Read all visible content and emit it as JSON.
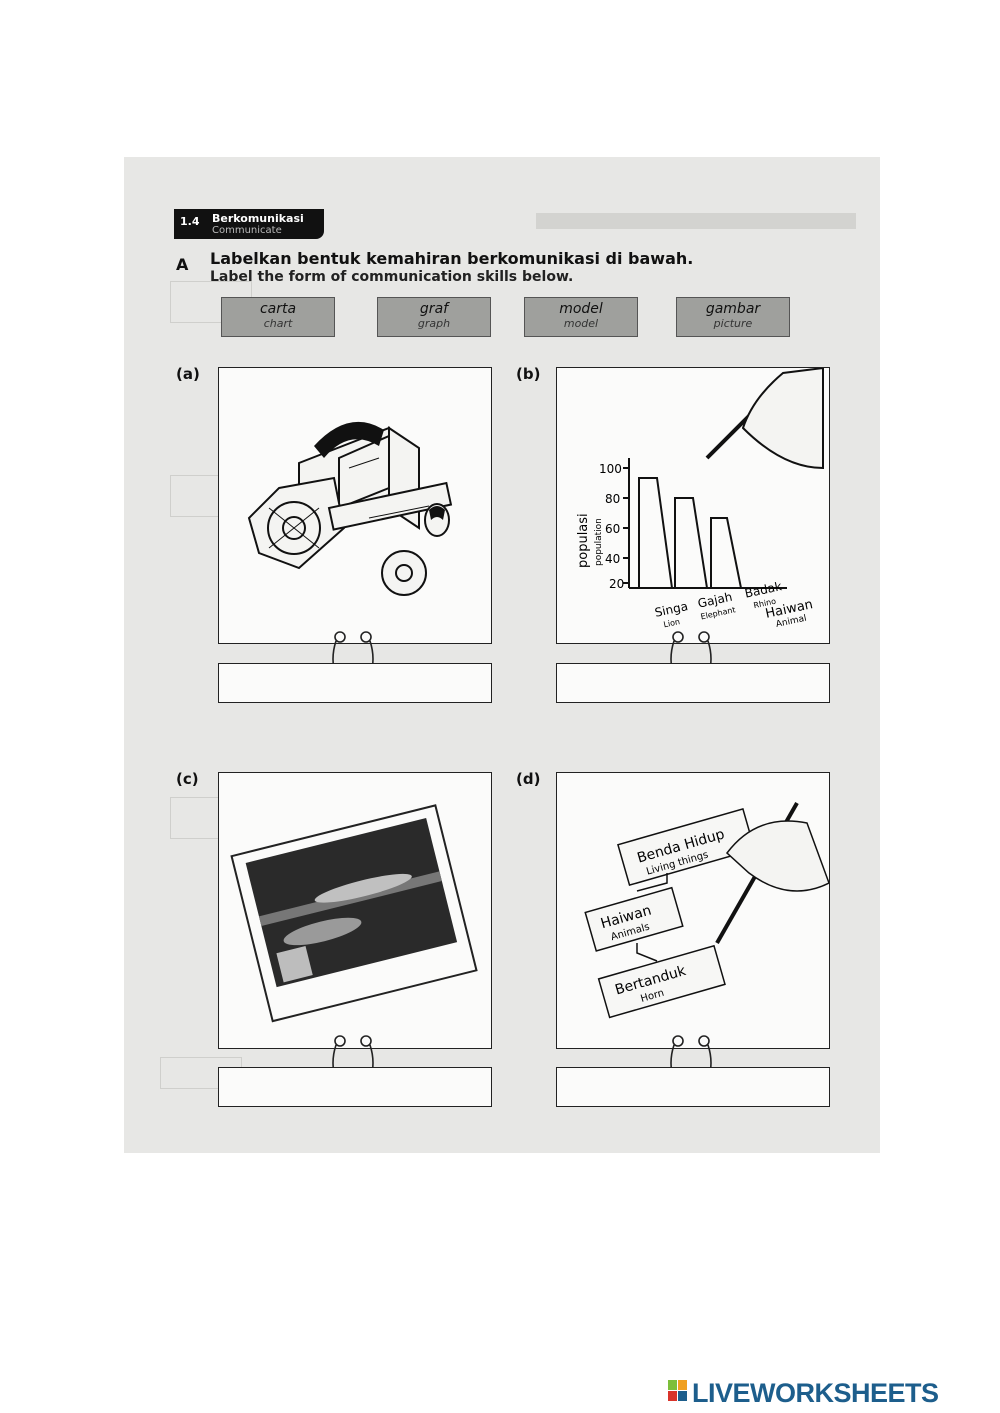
{
  "section": {
    "number": "1.4",
    "title_ms": "Berkomunikasi",
    "title_en": "Communicate"
  },
  "question": {
    "letter": "A",
    "text_ms": "Labelkan bentuk kemahiran berkomunikasi di bawah.",
    "text_en": "Label the form of communication skills below."
  },
  "options": [
    {
      "ms": "carta",
      "en": "chart"
    },
    {
      "ms": "graf",
      "en": "graph"
    },
    {
      "ms": "model",
      "en": "model"
    },
    {
      "ms": "gambar",
      "en": "picture"
    }
  ],
  "panels": [
    {
      "label": "(a)",
      "icon": "tractor-model-illustration",
      "answer": ""
    },
    {
      "label": "(b)",
      "icon": "bar-graph-illustration",
      "answer": ""
    },
    {
      "label": "(c)",
      "icon": "photograph-illustration",
      "answer": ""
    },
    {
      "label": "(d)",
      "icon": "classification-chart-illustration",
      "answer": ""
    }
  ],
  "graph": {
    "ylabel_ms": "populasi",
    "ylabel_en": "population",
    "xlabel_ms": "Haiwan",
    "xlabel_en": "Animal",
    "yticks": [
      "100",
      "80",
      "60",
      "40",
      "20"
    ],
    "categories": [
      {
        "ms": "Singa",
        "en": "Lion"
      },
      {
        "ms": "Gajah",
        "en": "Elephant"
      },
      {
        "ms": "Badak",
        "en": "Rhino"
      }
    ]
  },
  "classification": {
    "top": {
      "ms": "Benda Hidup",
      "en": "Living things"
    },
    "middle": {
      "ms": "Haiwan",
      "en": "Animals"
    },
    "bottom": {
      "ms": "Bertanduk",
      "en": "Horn"
    }
  },
  "footer": {
    "brand": "LIVEWORKSHEETS",
    "colors": {
      "blue": "#1d5e8c",
      "green": "#7cbf3a",
      "orange": "#f0a020",
      "red": "#d9342b"
    }
  }
}
